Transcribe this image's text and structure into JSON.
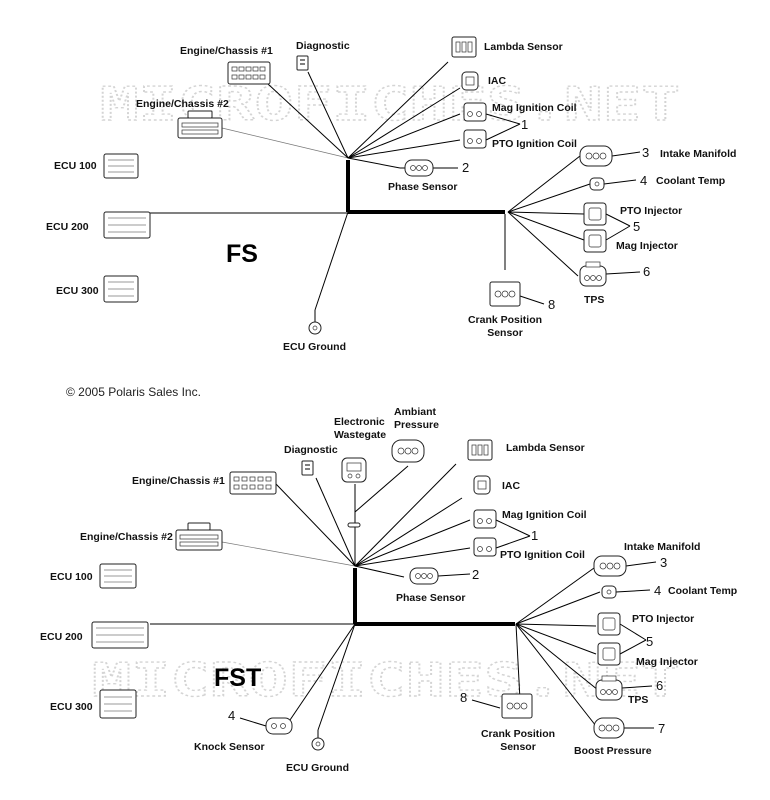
{
  "watermark": "MICROFICHES.NET",
  "copyright": "© 2005 Polaris Sales Inc.",
  "diagrams": [
    {
      "model": "FS",
      "labels": {
        "engine_chassis_1": "Engine/Chassis #1",
        "diagnostic": "Diagnostic",
        "lambda_sensor": "Lambda Sensor",
        "engine_chassis_2": "Engine/Chassis #2",
        "iac": "IAC",
        "mag_ignition_coil": "Mag Ignition Coil",
        "pto_ignition_coil": "PTO Ignition Coil",
        "intake_manifold": "Intake Manifold",
        "ecu_100": "ECU 100",
        "phase_sensor": "Phase Sensor",
        "coolant_temp": "Coolant Temp",
        "ecu_200": "ECU 200",
        "pto_injector": "PTO Injector",
        "mag_injector": "Mag Injector",
        "tps": "TPS",
        "ecu_300": "ECU 300",
        "crank_position_sensor_l1": "Crank Position",
        "crank_position_sensor_l2": "Sensor",
        "ecu_ground": "ECU Ground"
      },
      "callouts": {
        "ignition_coils": "1",
        "phase_sensor": "2",
        "intake_manifold": "3",
        "coolant_temp": "4",
        "injectors": "5",
        "tps": "6",
        "crank_position": "8"
      }
    },
    {
      "model": "FST",
      "labels": {
        "electronic_wastegate_l1": "Electronic",
        "electronic_wastegate_l2": "Wastegate",
        "ambient_pressure_l1": "Ambiant",
        "ambient_pressure_l2": "Pressure",
        "diagnostic": "Diagnostic",
        "lambda_sensor": "Lambda Sensor",
        "engine_chassis_1": "Engine/Chassis #1",
        "iac": "IAC",
        "mag_ignition_coil": "Mag Ignition Coil",
        "engine_chassis_2": "Engine/Chassis #2",
        "pto_ignition_coil": "PTO Ignition Coil",
        "intake_manifold": "Intake Manifold",
        "ecu_100": "ECU 100",
        "phase_sensor": "Phase Sensor",
        "coolant_temp": "Coolant Temp",
        "pto_injector": "PTO Injector",
        "ecu_200": "ECU 200",
        "mag_injector": "Mag Injector",
        "tps": "TPS",
        "ecu_300": "ECU 300",
        "crank_position_sensor_l1": "Crank Position",
        "crank_position_sensor_l2": "Sensor",
        "knock_sensor": "Knock Sensor",
        "boost_pressure": "Boost Pressure",
        "ecu_ground": "ECU Ground"
      },
      "callouts": {
        "ignition_coils": "1",
        "phase_sensor": "2",
        "intake_manifold": "3",
        "coolant_temp": "4",
        "knock_sensor": "4",
        "injectors": "5",
        "tps": "6",
        "boost_pressure": "7",
        "crank_position": "8"
      }
    }
  ]
}
